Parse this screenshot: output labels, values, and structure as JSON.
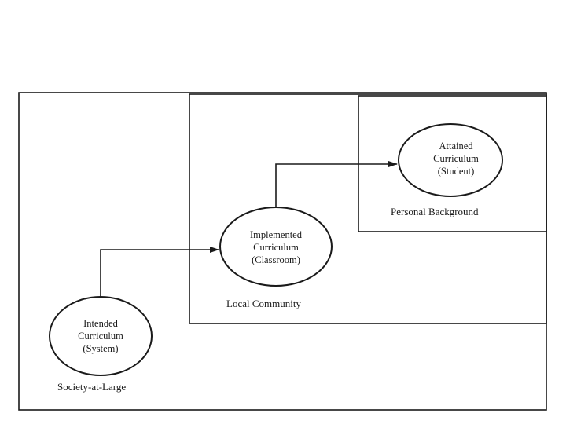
{
  "diagram": {
    "regions": {
      "society": "Society-at-Large",
      "community": "Local Community",
      "personal": "Personal Background"
    },
    "nodes": {
      "intended": {
        "line1": "Intended",
        "line2": "Curriculum",
        "line3": "(System)"
      },
      "implemented": {
        "line1": "Implemented",
        "line2": "Curriculum",
        "line3": "(Classroom)"
      },
      "attained": {
        "line1": "Attained",
        "line2": "Curriculum",
        "line3": "(Student)"
      }
    }
  }
}
